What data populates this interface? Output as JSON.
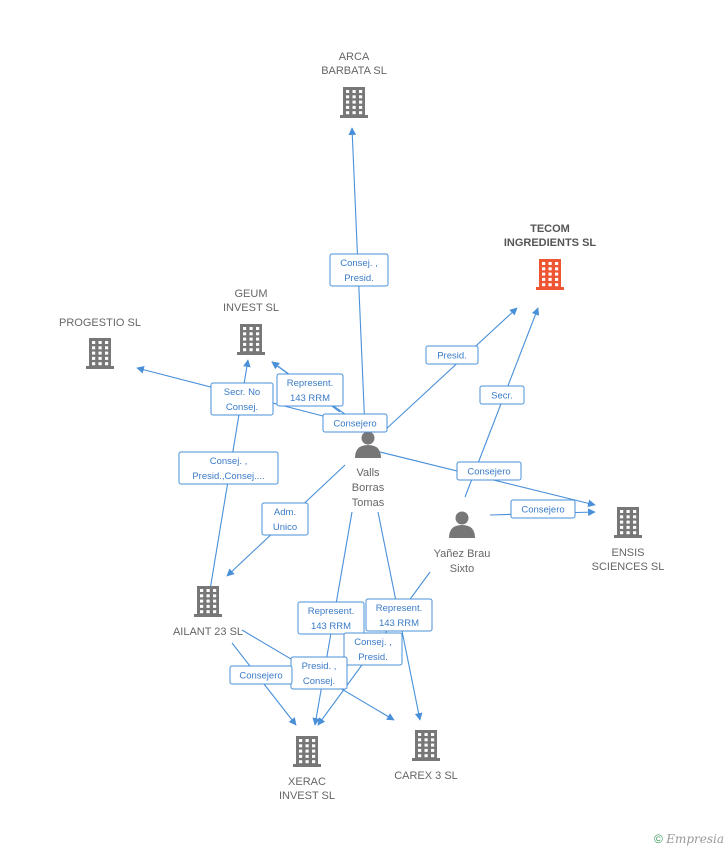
{
  "colors": {
    "company": "#777777",
    "main_company": "#ee5533",
    "person": "#777777",
    "edge": "#4a90d9"
  },
  "companies": [
    {
      "id": "arca",
      "lines": [
        "ARCA",
        "BARBATA SL"
      ],
      "main": false
    },
    {
      "id": "tecom",
      "lines": [
        "TECOM",
        "INGREDIENTS SL"
      ],
      "main": true
    },
    {
      "id": "geum",
      "lines": [
        "GEUM",
        "INVEST SL"
      ],
      "main": false
    },
    {
      "id": "progestio",
      "lines": [
        "PROGESTIO SL"
      ],
      "main": false
    },
    {
      "id": "ensis",
      "lines": [
        "ENSIS",
        "SCIENCES SL"
      ],
      "main": false
    },
    {
      "id": "ailant",
      "lines": [
        "AILANT 23 SL"
      ],
      "main": false
    },
    {
      "id": "xerac",
      "lines": [
        "XERAC",
        "INVEST SL"
      ],
      "main": false
    },
    {
      "id": "carex",
      "lines": [
        "CAREX 3 SL"
      ],
      "main": false
    }
  ],
  "persons": [
    {
      "id": "valls",
      "lines": [
        "Valls",
        "Borras",
        "Tomas"
      ]
    },
    {
      "id": "yanez",
      "lines": [
        "Yañez Brau",
        "Sixto"
      ]
    }
  ],
  "edges": [
    {
      "id": "e1",
      "lines": [
        "Consej. ,",
        "Presid."
      ]
    },
    {
      "id": "e2",
      "lines": [
        "Presid."
      ]
    },
    {
      "id": "e3",
      "lines": [
        "Secr."
      ]
    },
    {
      "id": "e4",
      "lines": [
        "Represent.",
        "143 RRM"
      ]
    },
    {
      "id": "e5",
      "lines": [
        "Secr. No",
        "Consej."
      ]
    },
    {
      "id": "e6",
      "lines": [
        "Consejero"
      ]
    },
    {
      "id": "e7",
      "lines": [
        "Consejero"
      ]
    },
    {
      "id": "e8",
      "lines": [
        "Consejero"
      ]
    },
    {
      "id": "e9",
      "lines": [
        "Consej. ,",
        "Presid.,Consej...."
      ]
    },
    {
      "id": "e10",
      "lines": [
        "Adm.",
        "Unico"
      ]
    },
    {
      "id": "e11",
      "lines": [
        "Represent.",
        "143 RRM"
      ]
    },
    {
      "id": "e12",
      "lines": [
        "Represent.",
        "143 RRM"
      ]
    },
    {
      "id": "e13",
      "lines": [
        "Consej. ,",
        "Presid."
      ]
    },
    {
      "id": "e14",
      "lines": [
        "Presid. ,",
        "Consej."
      ]
    },
    {
      "id": "e15",
      "lines": [
        "Consejero"
      ]
    }
  ],
  "footer": {
    "symbol": "©",
    "brand": "Empresia"
  }
}
